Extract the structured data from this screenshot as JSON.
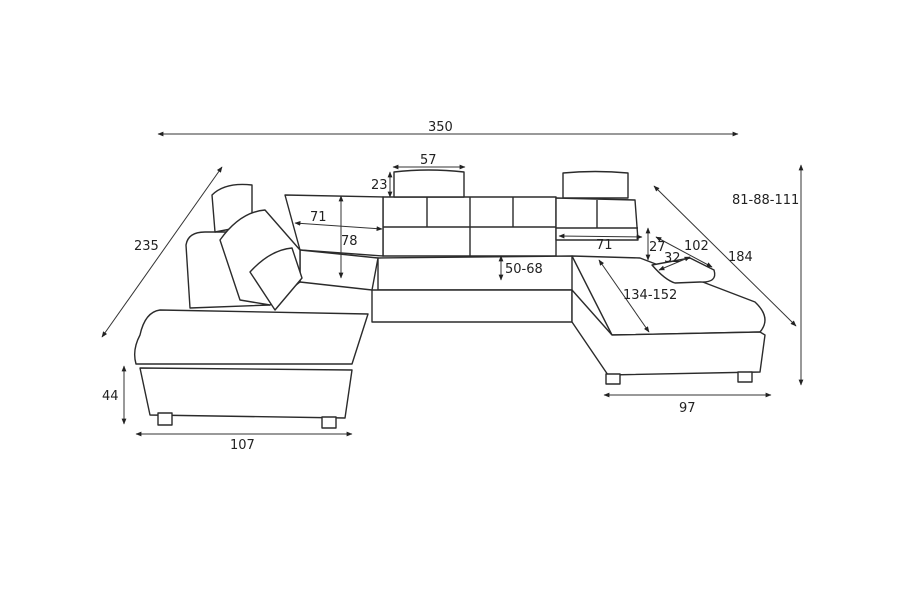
{
  "title": "U-shaped corner sofa dimensions",
  "units": "cm",
  "dimensions": {
    "total_width": "350",
    "headrest_width": "57",
    "headrest_height": "23",
    "back_cushion_width": "71",
    "seat_depth_left": "78",
    "seat_height_range": "50-68",
    "right_cushion_width": "71",
    "armrest_height": "27",
    "armrest_length": "102",
    "armrest_width": "32",
    "right_diagonal": "184",
    "total_height_range": "81-88-111",
    "left_diagonal": "235",
    "chaise_depth_range": "134-152",
    "seat_height": "44",
    "left_width": "107",
    "right_width": "97"
  }
}
